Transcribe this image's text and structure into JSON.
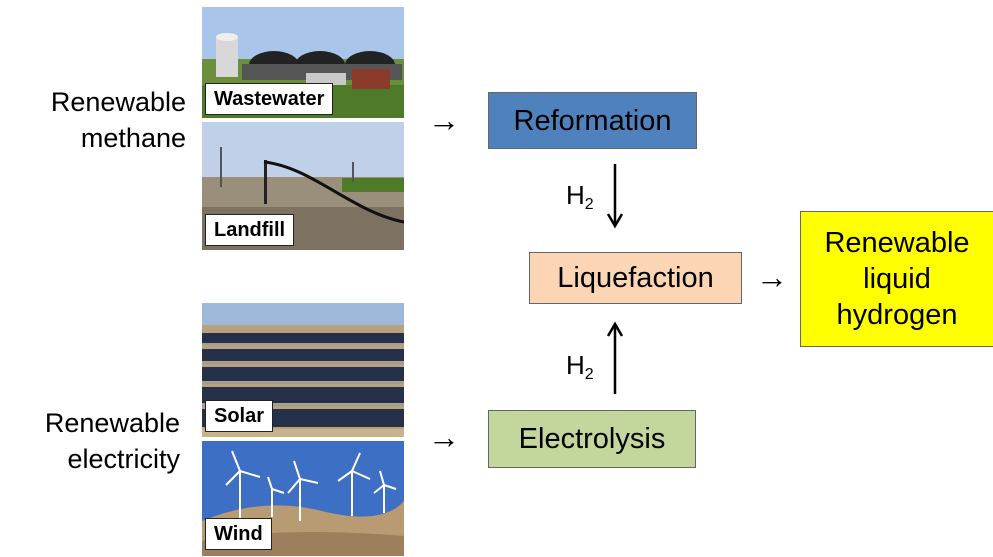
{
  "groups": {
    "methane_label": [
      "Renewable",
      "methane"
    ],
    "electricity_label": [
      "Renewable",
      "electricity"
    ]
  },
  "photos": {
    "wastewater": "Wastewater",
    "landfill": "Landfill",
    "solar": "Solar",
    "wind": "Wind"
  },
  "processes": {
    "reformation": "Reformation",
    "liquefaction": "Liquefaction",
    "electrolysis": "Electrolysis",
    "product": [
      "Renewable",
      "liquid",
      "hydrogen"
    ]
  },
  "flow": {
    "h2_symbol": "H",
    "h2_subscript": "2"
  },
  "colors": {
    "reformation": "#4f81bd",
    "liquefaction": "#fcd5b5",
    "electrolysis": "#c3d69b",
    "product": "#ffff00"
  },
  "icons": [
    "right-arrow-icon",
    "down-arrow-icon",
    "up-arrow-icon"
  ]
}
